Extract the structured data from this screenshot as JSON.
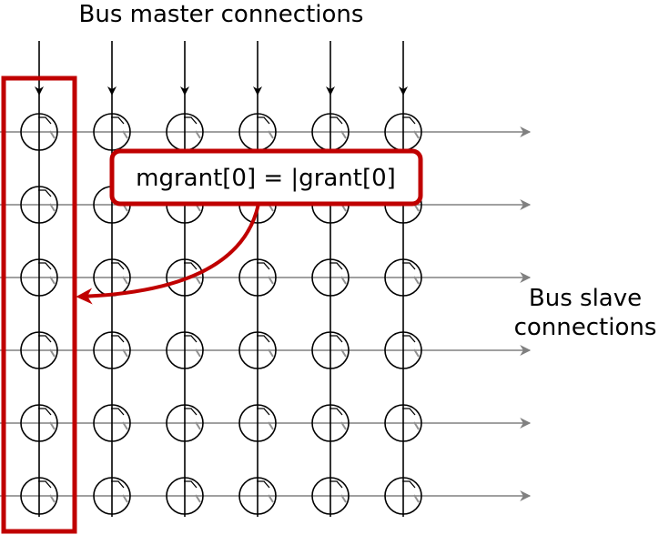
{
  "title": "Bus master connections",
  "side_label": [
    "Bus slave",
    "connections"
  ],
  "callout": "mgrant[0] = |grant[0]",
  "grid": {
    "masters": 6,
    "slaves": 6
  },
  "colors": {
    "highlight": "#c00000",
    "line": "#000000",
    "slave_line": "#808080",
    "node_tick": "#909090"
  }
}
